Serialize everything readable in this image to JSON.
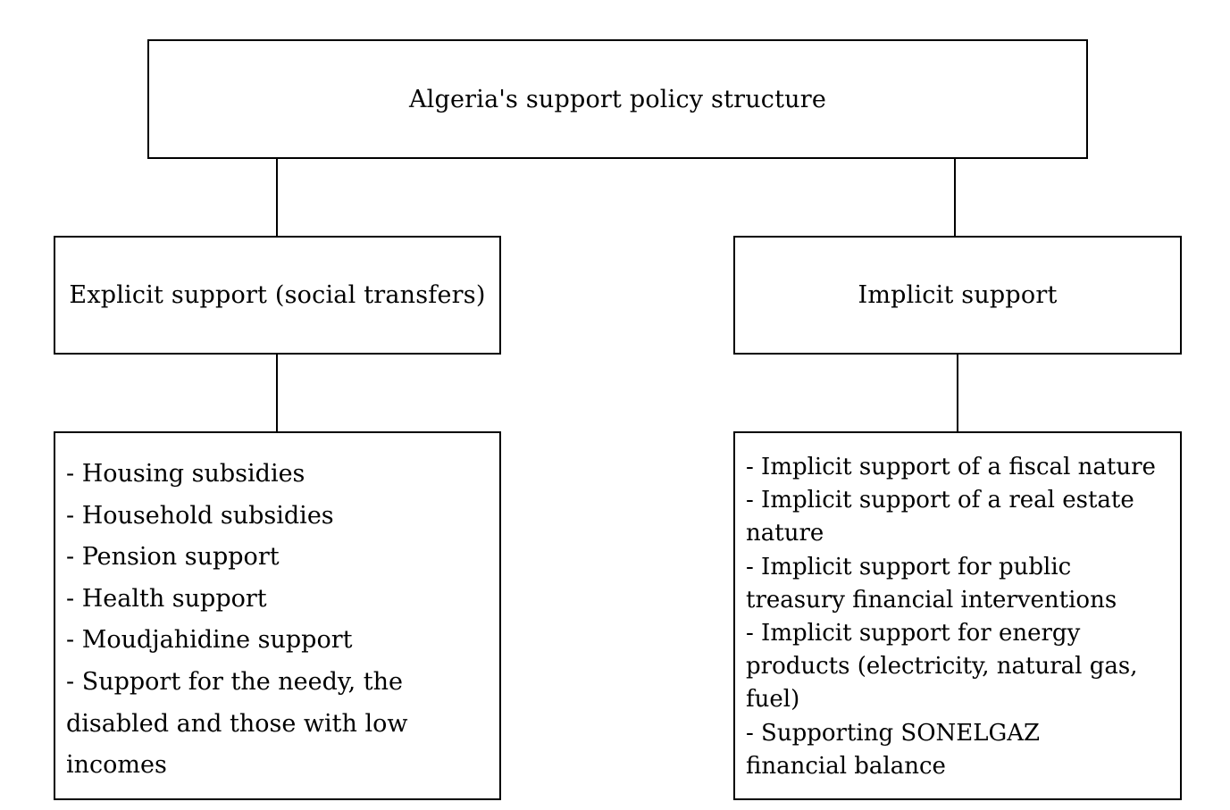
{
  "diagram": {
    "root": {
      "label": "Algeria's support policy structure"
    },
    "branches": [
      {
        "label": "Explicit support (social transfers)",
        "items": [
          "- Housing subsidies",
          "- Household subsidies",
          "- Pension support",
          "- Health support",
          "- Moudjahidine support",
          "- Support for the needy, the disabled and those with low incomes"
        ]
      },
      {
        "label": "Implicit support",
        "items": [
          "- Implicit support of a fiscal nature",
          "- Implicit support of a real estate nature",
          "- Implicit support for public treasury financial interventions",
          "- Implicit support for energy products (electricity, natural gas, fuel)",
          "- Supporting SONELGAZ financial balance"
        ]
      }
    ]
  }
}
